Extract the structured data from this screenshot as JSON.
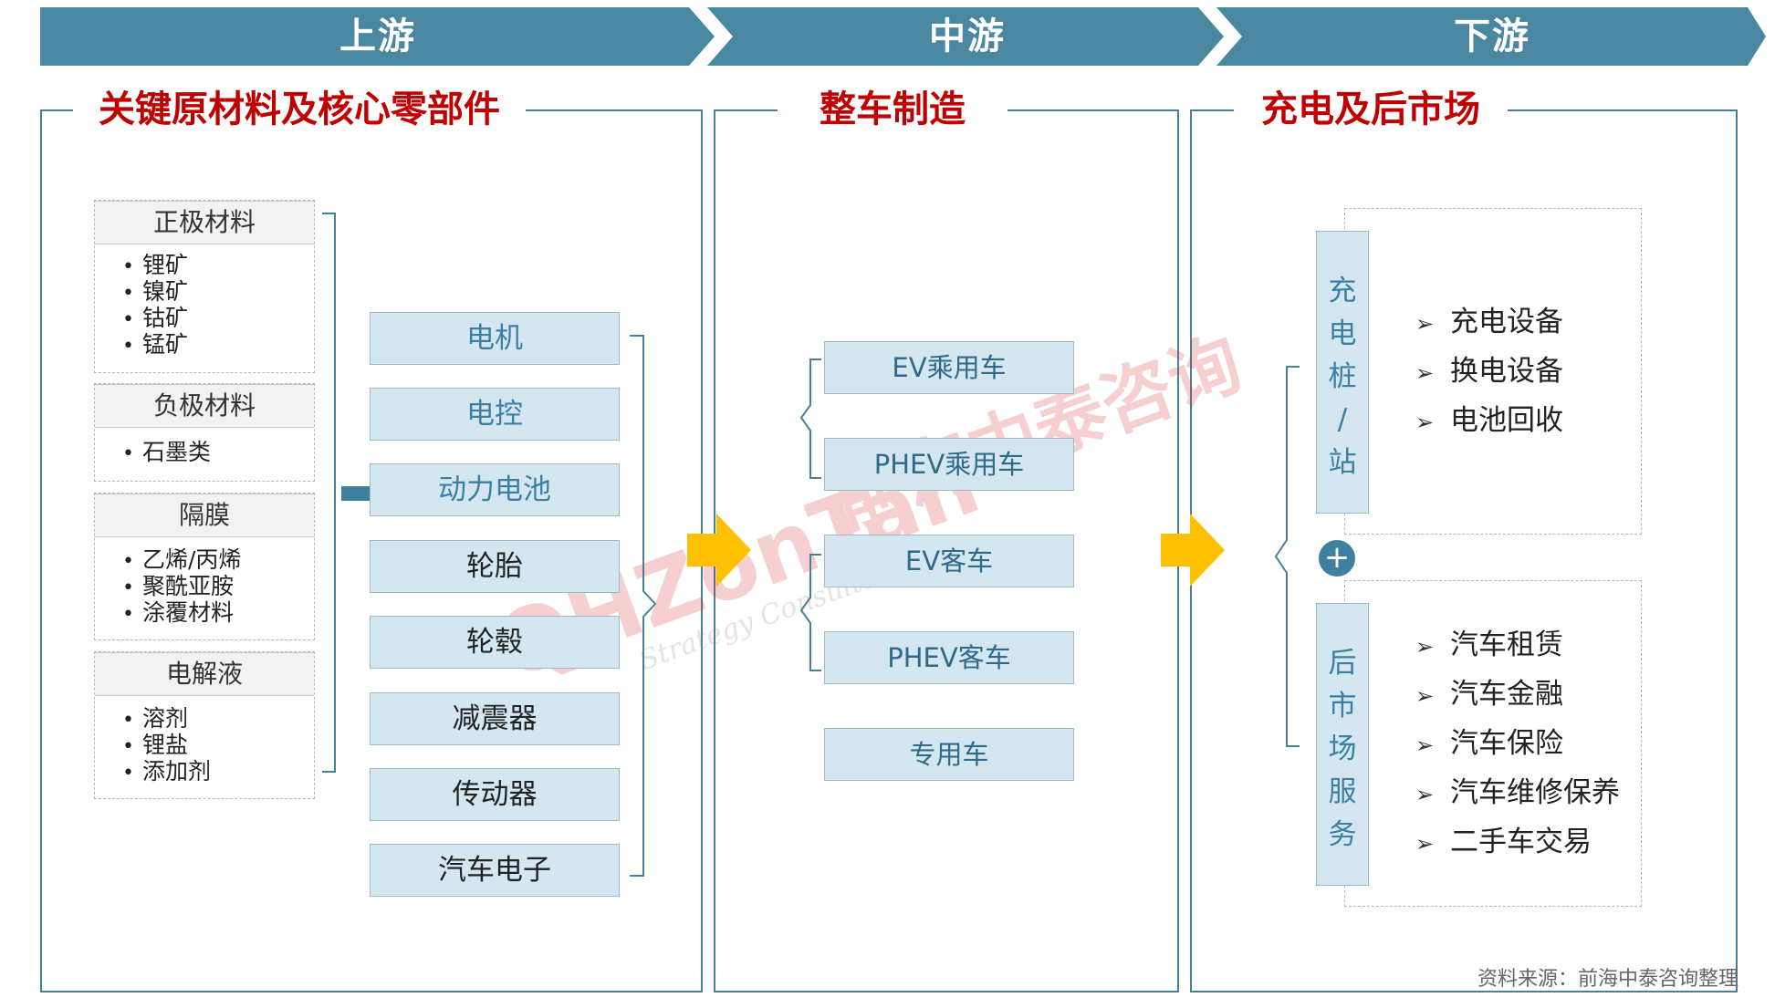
{
  "stages": [
    {
      "label": "上游"
    },
    {
      "label": "中游"
    },
    {
      "label": "下游"
    }
  ],
  "upstream": {
    "title": "关键原材料及核心零部件",
    "materials": [
      {
        "name": "正极材料",
        "items": [
          "锂矿",
          "镍矿",
          "钴矿",
          "锰矿"
        ]
      },
      {
        "name": "负极材料",
        "items": [
          "石墨类"
        ]
      },
      {
        "name": "隔膜",
        "items": [
          "乙烯/丙烯",
          "聚酰亚胺",
          "涂覆材料"
        ]
      },
      {
        "name": "电解液",
        "items": [
          "溶剂",
          "锂盐",
          "添加剂"
        ]
      }
    ],
    "components": [
      "电机",
      "电控",
      "动力电池",
      "轮胎",
      "轮毂",
      "减震器",
      "传动器",
      "汽车电子"
    ]
  },
  "midstream": {
    "title": "整车制造",
    "vehicles": [
      "EV乘用车",
      "PHEV乘用车",
      "EV客车",
      "PHEV客车",
      "专用车"
    ]
  },
  "downstream": {
    "title": "充电及后市场",
    "charging": {
      "label_chars": [
        "充",
        "电",
        "桩",
        "/",
        "站"
      ],
      "items": [
        "充电设备",
        "换电设备",
        "电池回收"
      ]
    },
    "plus_symbol": "+",
    "aftermarket": {
      "label_chars": [
        "后",
        "市",
        "场",
        "服",
        "务"
      ],
      "items": [
        "汽车租赁",
        "汽车金融",
        "汽车保险",
        "汽车维修保养",
        "二手车交易"
      ]
    }
  },
  "source": "资料来源：前海中泰咨询整理",
  "watermark": {
    "logo": "QHZonTan",
    "cn": "前海中泰咨询",
    "en": "Strategy Consultants"
  },
  "colors": {
    "stage_bar": "#4a87a0",
    "title_red": "#c00000",
    "box_fill": "#d4e7f0",
    "arrow_yellow": "#ffc000",
    "panel_border": "#4a7f98"
  },
  "bullet": "•",
  "arrow_glyph": "➢"
}
